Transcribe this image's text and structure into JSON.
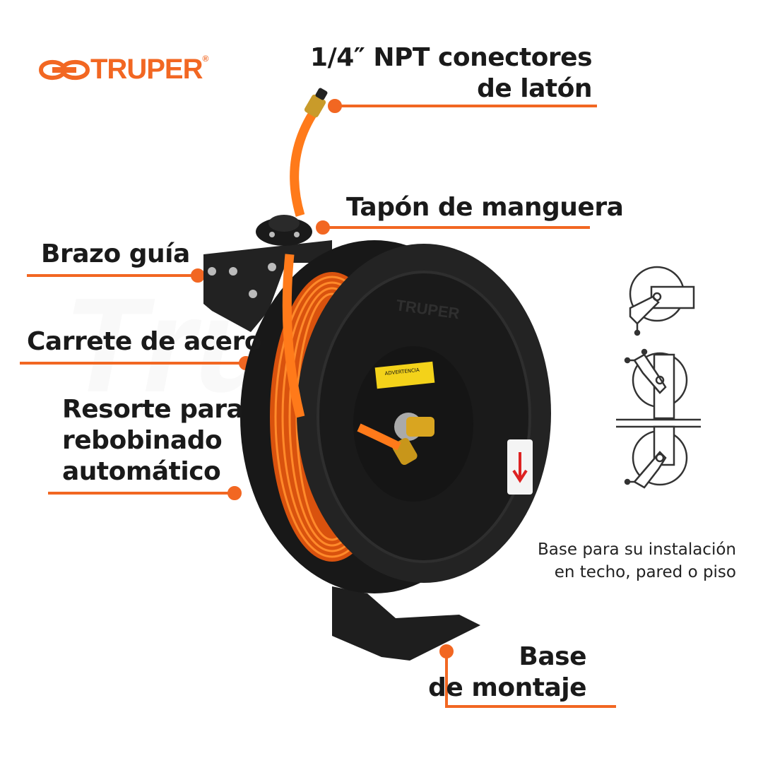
{
  "brand": {
    "name": "TRUPER",
    "color": "#f26722"
  },
  "labels": {
    "connectors": [
      "1/4″ NPT conectores",
      "de latón"
    ],
    "hose_stop": "Tapón de manguera",
    "guide_arm": "Brazo guía",
    "steel_reel": "Carrete de acero",
    "spring": [
      "Resorte para",
      "rebobinado",
      "automático"
    ],
    "base": [
      "Base",
      "de montaje"
    ],
    "install": [
      "Base para su instalación",
      "en techo, pared o piso"
    ]
  },
  "reel_decals": {
    "warning": "ADVERTENCIA",
    "embossed_brand": "TRUPER"
  },
  "colors": {
    "accent": "#f26722",
    "reel": "#1c1c1c",
    "hose": "#ff7a1a",
    "brass": "#d9a520",
    "text": "#1a1a1a"
  },
  "icons": [
    "mount-ceiling-icon",
    "mount-wall-icon",
    "mount-floor-icon"
  ]
}
